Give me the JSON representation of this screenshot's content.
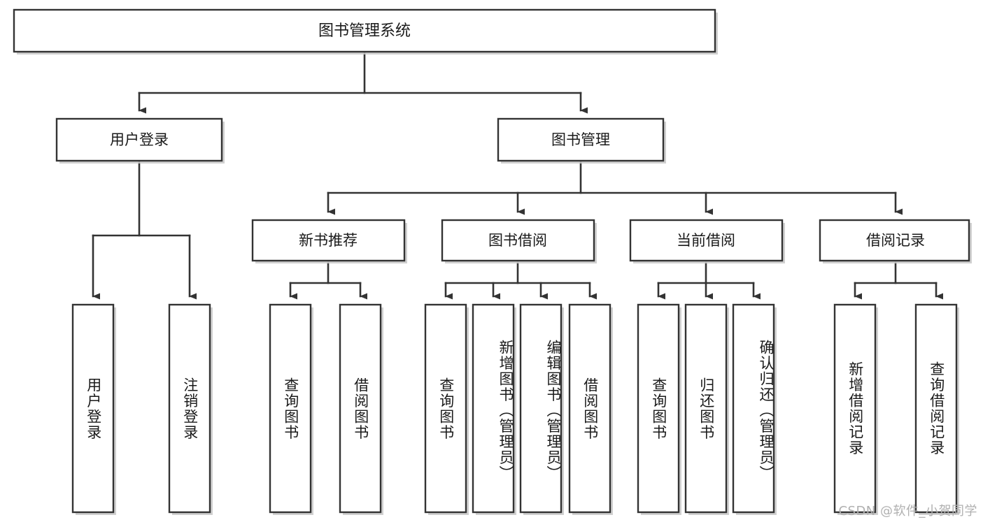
{
  "diagram": {
    "type": "tree-hierarchy",
    "title": "图书管理系统",
    "root": {
      "label": "图书管理系统"
    },
    "level2": [
      {
        "id": "user-login",
        "label": "用户登录"
      },
      {
        "id": "book-management",
        "label": "图书管理"
      }
    ],
    "level3": [
      {
        "id": "new-book-recommend",
        "label": "新书推荐",
        "parent": "book-management"
      },
      {
        "id": "book-borrow",
        "label": "图书借阅",
        "parent": "book-management"
      },
      {
        "id": "current-borrow",
        "label": "当前借阅",
        "parent": "book-management"
      },
      {
        "id": "borrow-record",
        "label": "借阅记录",
        "parent": "book-management"
      }
    ],
    "leaves": [
      {
        "id": "leaf-user-login",
        "label": "用户登录",
        "parent": "user-login"
      },
      {
        "id": "leaf-logout",
        "label": "注销登录",
        "parent": "user-login"
      },
      {
        "id": "leaf-query-book-1",
        "label": "查询图书",
        "parent": "new-book-recommend"
      },
      {
        "id": "leaf-borrow-book-1",
        "label": "借阅图书",
        "parent": "new-book-recommend"
      },
      {
        "id": "leaf-query-book-2",
        "label": "查询图书",
        "parent": "book-borrow"
      },
      {
        "id": "leaf-add-book",
        "label": "新增图书（管理员）",
        "parent": "book-borrow"
      },
      {
        "id": "leaf-edit-book",
        "label": "编辑图书（管理员）",
        "parent": "book-borrow"
      },
      {
        "id": "leaf-borrow-book-2",
        "label": "借阅图书",
        "parent": "book-borrow"
      },
      {
        "id": "leaf-query-book-3",
        "label": "查询图书",
        "parent": "current-borrow"
      },
      {
        "id": "leaf-return-book",
        "label": "归还图书",
        "parent": "current-borrow"
      },
      {
        "id": "leaf-confirm-return",
        "label": "确认归还（管理员）",
        "parent": "current-borrow"
      },
      {
        "id": "leaf-add-record",
        "label": "新增借阅记录",
        "parent": "borrow-record"
      },
      {
        "id": "leaf-query-record",
        "label": "查询借阅记录",
        "parent": "borrow-record"
      }
    ]
  },
  "watermark": {
    "text": "CSDN @软件_小贺同学"
  },
  "colors": {
    "background": "#ffffff",
    "box_stroke": "#333333",
    "box_fill": "#ffffff",
    "text": "#1a1a1a",
    "watermark": "#b0b0b0"
  }
}
